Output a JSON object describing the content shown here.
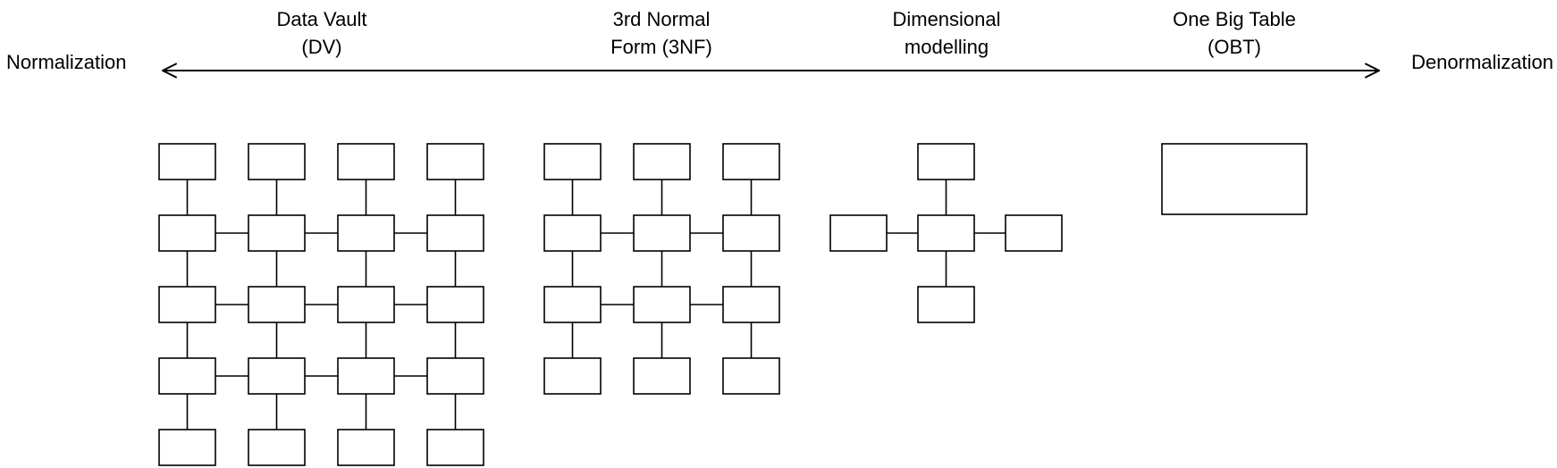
{
  "spectrum": {
    "left_label": "Normalization",
    "right_label": "Denormalization"
  },
  "approaches": [
    {
      "id": "data-vault",
      "label_line1": "Data Vault",
      "label_line2": "(DV)",
      "diagram": {
        "type": "grid",
        "rows": 5,
        "cols": 4,
        "horizontal_link_rows": [
          1,
          2,
          3
        ]
      }
    },
    {
      "id": "third-normal-form",
      "label_line1": "3rd Normal",
      "label_line2": "Form (3NF)",
      "diagram": {
        "type": "grid",
        "rows": 4,
        "cols": 3,
        "horizontal_link_rows": [
          1,
          2
        ]
      }
    },
    {
      "id": "dimensional-modelling",
      "label_line1": "Dimensional",
      "label_line2": "modelling",
      "diagram": {
        "type": "star",
        "satellites": 4
      }
    },
    {
      "id": "one-big-table",
      "label_line1": "One Big Table",
      "label_line2": "(OBT)",
      "diagram": {
        "type": "single"
      }
    }
  ],
  "colors": {
    "background": "#ffffff",
    "box_fill": "#ffffff",
    "box_stroke": "#000000",
    "text": "#000000"
  }
}
